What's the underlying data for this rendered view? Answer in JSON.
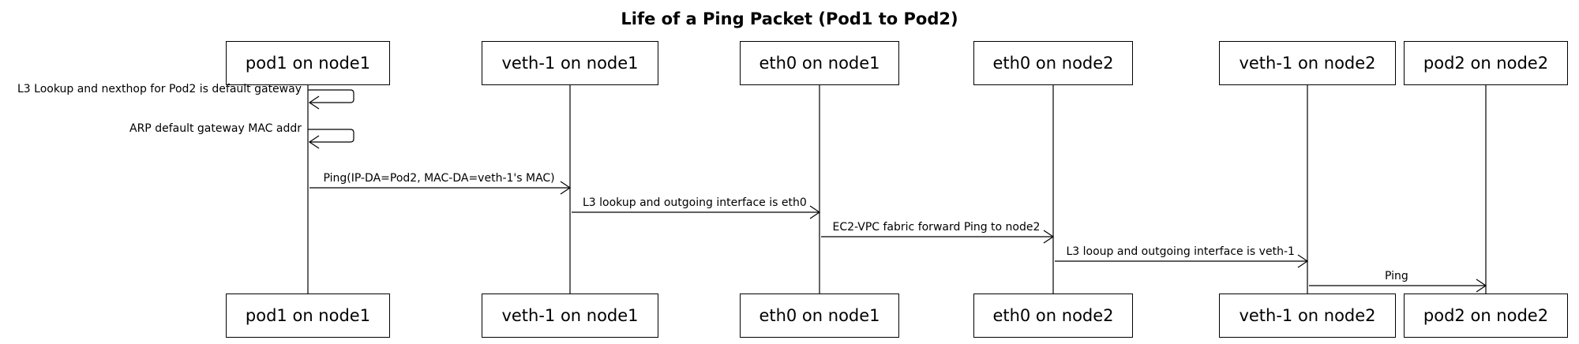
{
  "title": "Life of a Ping Packet (Pod1 to Pod2)",
  "participants": [
    {
      "id": "pod1",
      "label": "pod1 on node1"
    },
    {
      "id": "veth1a",
      "label": "veth-1 on node1"
    },
    {
      "id": "eth0a",
      "label": "eth0 on node1"
    },
    {
      "id": "eth0b",
      "label": "eth0 on node2"
    },
    {
      "id": "veth1b",
      "label": "veth-1 on node2"
    },
    {
      "id": "pod2",
      "label": "pod2 on node2"
    }
  ],
  "messages": [
    {
      "from": "pod1",
      "to": "pod1",
      "text": "L3 Lookup and nexthop for Pod2 is default gateway"
    },
    {
      "from": "pod1",
      "to": "pod1",
      "text": "ARP default gateway MAC addr"
    },
    {
      "from": "pod1",
      "to": "veth1a",
      "text": "Ping(IP-DA=Pod2, MAC-DA=veth-1's MAC)"
    },
    {
      "from": "veth1a",
      "to": "eth0a",
      "text": "L3 lookup and outgoing interface is eth0"
    },
    {
      "from": "eth0a",
      "to": "eth0b",
      "text": "EC2-VPC fabric forward Ping to node2"
    },
    {
      "from": "eth0b",
      "to": "veth1b",
      "text": "L3 looup and outgoing interface is veth-1"
    },
    {
      "from": "veth1b",
      "to": "pod2",
      "text": "Ping"
    }
  ]
}
